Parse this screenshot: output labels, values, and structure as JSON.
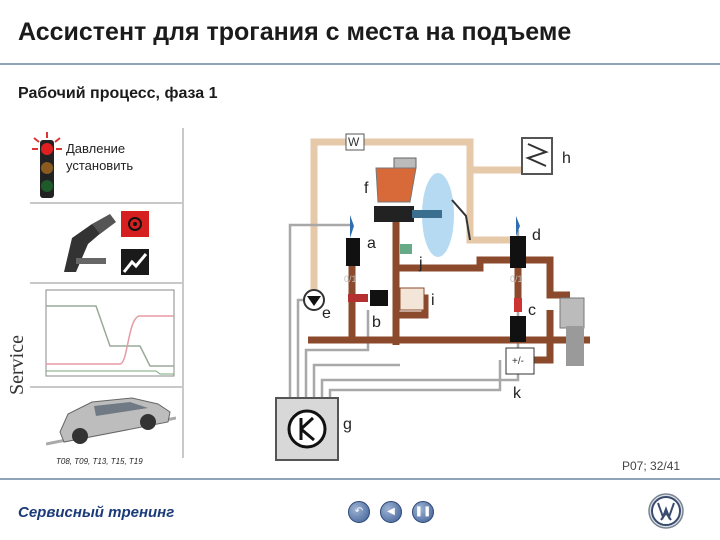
{
  "header": {
    "title": "Ассистент для трогания с места на подъеме"
  },
  "slide": {
    "subtitle": "Рабочий процесс, фаза 1",
    "page": "P07; 32/41"
  },
  "left_panel": {
    "pressure_label": [
      "Давление",
      "установить"
    ],
    "service_label": "Service",
    "models": "T08, T09, T13, T15, T19"
  },
  "diagram": {
    "labels": {
      "a": "a",
      "b": "b",
      "c": "c",
      "d": "d",
      "e": "e",
      "f": "f",
      "g": "g",
      "h": "h",
      "i": "i",
      "j": "j",
      "k": "k"
    },
    "valve_a_state": "0/1",
    "valve_d_state": "0/1",
    "pump_label": "+/-",
    "colors": {
      "brake_fluid": "#8b4a2b",
      "return_line": "#e5c9a8",
      "electric": "#9a9a9a"
    }
  },
  "footer": {
    "label": "Сервисный тренинг"
  },
  "nav": {
    "back": "back-icon",
    "prev": "prev-icon",
    "pause": "pause-icon"
  }
}
